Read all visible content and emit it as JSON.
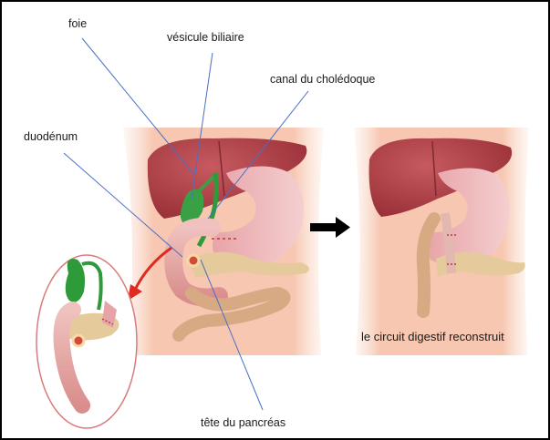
{
  "labels": {
    "foie": "foie",
    "vesicule": "vésicule biliaire",
    "choledoque": "canal du cholédoque",
    "duodenum": "duodénum",
    "pancreas": "tête du pancréas",
    "reconstruit": "le circuit digestif reconstruit"
  },
  "colors": {
    "skin": "#f7c9b3",
    "liver": "#b3424b",
    "gallbladder": "#2f9a3a",
    "intestine": "#e8a9a6",
    "pancreas": "#e3c99a",
    "leader_line": "#4a6fc4",
    "red_arrow": "#e02a1f",
    "black_arrow": "#000000"
  },
  "icons": {
    "procedure_arrow": "right-arrow-icon",
    "detail_arrow": "curved-red-arrow-icon"
  }
}
